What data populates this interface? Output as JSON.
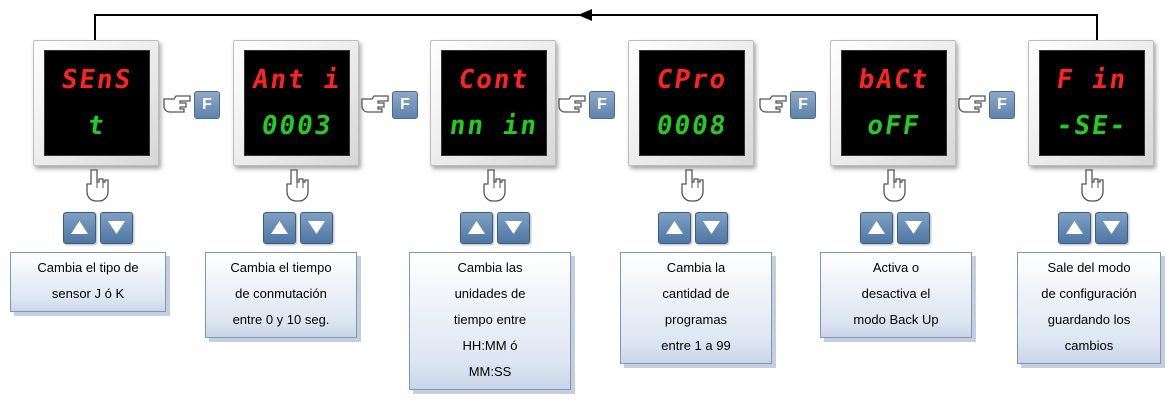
{
  "icons": {
    "hand_press": "pointing-hand-icon",
    "hand_right": "pointing-hand-right-icon",
    "up": "up-arrow-icon",
    "down": "down-arrow-icon",
    "loop_arrow": "arrow-left-icon"
  },
  "key_label": "F",
  "colors": {
    "display_top": "#ff2222",
    "display_bottom": "#22cc22",
    "button": "#5f83ac",
    "note_border": "#7d96b8"
  },
  "steps": [
    {
      "top": "SEnS",
      "bottom": "t",
      "description_lines": [
        "Cambia el tipo de",
        "sensor J ó K"
      ]
    },
    {
      "top": "Ant i",
      "bottom": "0003",
      "description_lines": [
        "Cambia el tiempo",
        "de conmutación",
        "entre 0 y 10 seg."
      ]
    },
    {
      "top": "Cont",
      "bottom": "nn in",
      "description_lines": [
        "Cambia las",
        "unidades de",
        "tiempo entre",
        "HH:MM ó",
        "MM:SS"
      ]
    },
    {
      "top": "CPro",
      "bottom": "0008",
      "description_lines": [
        "Cambia la",
        "cantidad de",
        "programas",
        "entre 1 a 99"
      ]
    },
    {
      "top": "bACt",
      "bottom": "oFF",
      "description_lines": [
        "Activa o",
        "desactiva el",
        "modo Back Up"
      ]
    },
    {
      "top": "F in",
      "bottom": "-SE-",
      "description_lines": [
        "Sale del modo",
        "de configuración",
        "guardando los",
        "cambios"
      ]
    }
  ]
}
